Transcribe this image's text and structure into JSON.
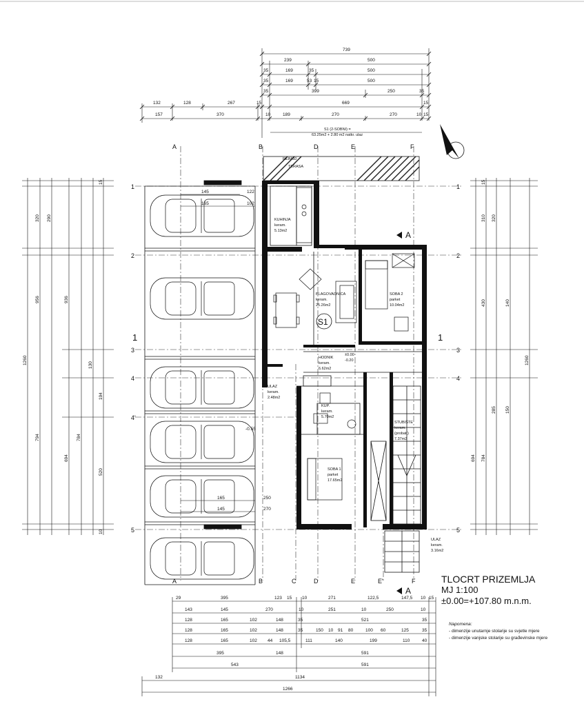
{
  "title": {
    "name": "TLOCRT PRIZEMLJA",
    "scale": "MJ 1:100",
    "level": "±0.00=+107.80 m.n.m."
  },
  "notes": {
    "heading": "Napomena:",
    "items": [
      "- dimenzije unutarnje stolarije su svjetle mjere",
      "- dimenzije vanjske stolarije su građevinske mjere"
    ]
  },
  "axes": {
    "columns": [
      "A",
      "B",
      "C",
      "D",
      "E",
      "E'",
      "F"
    ],
    "rows": [
      "1",
      "2",
      "3",
      "4",
      "4'",
      "5"
    ],
    "section_marks": [
      "A",
      "A",
      "1",
      "1"
    ]
  },
  "unit_label": "S1",
  "rooms": [
    {
      "name": "KUHINJA",
      "lines": [
        "keram.",
        "5.13m2"
      ]
    },
    {
      "name": "BLAGOVAONICA",
      "lines": [
        "keram.",
        "25.26m2"
      ]
    },
    {
      "name": "SOBA 2",
      "lines": [
        "parket",
        "10.04m2"
      ]
    },
    {
      "name": "HODNIK",
      "lines": [
        "keram.",
        "6.62m2"
      ]
    },
    {
      "name": "ULAZ",
      "lines": [
        "keram.",
        "2.48m2"
      ]
    },
    {
      "name": "KUP.",
      "lines": [
        "keram.",
        "5.70m2"
      ]
    },
    {
      "name": "STUBIŠTE",
      "lines": [
        "keram.",
        "(probat.)",
        "7.37m2"
      ]
    },
    {
      "name": "SOBA 1",
      "lines": [
        "parket",
        "17.65m2"
      ]
    },
    {
      "name": "ULAZ",
      "lines": [
        "keram.",
        "3.16m2"
      ]
    }
  ],
  "terrace_label": [
    "REIMS0",
    "TERASA"
  ],
  "area_note": [
    "S1 (2-SOBNI) =",
    "63.25m2 + 2.80 m2 natkr. ulaz"
  ],
  "dims_top": {
    "row1": [
      "739"
    ],
    "row2": [
      "239",
      "500"
    ],
    "row3": [
      "35",
      "169",
      "35",
      "500"
    ],
    "row4": [
      "35",
      "169",
      "53",
      "15",
      "500"
    ],
    "row5": [
      "35",
      "399",
      "250",
      "35"
    ],
    "row6": [
      "132",
      "128",
      "267",
      "15",
      "669",
      "15"
    ],
    "row7": [
      "157",
      "370",
      "10",
      "189",
      "270",
      "270",
      "10",
      "15"
    ]
  },
  "dims_bottom": {
    "row1": [
      "29",
      "395",
      "123",
      "15",
      "10",
      "271",
      "122,5",
      "147,5",
      "10",
      "15"
    ],
    "row2": [
      "143",
      "145",
      "270",
      "10",
      "251",
      "10",
      "250",
      "10"
    ],
    "row3": [
      "128",
      "165",
      "102",
      "148",
      "35",
      "521",
      "35"
    ],
    "row4": [
      "128",
      "165",
      "102",
      "148",
      "35",
      "150",
      "10",
      "91",
      "80",
      "100",
      "60",
      "125",
      "35"
    ],
    "row5": [
      "128",
      "165",
      "102",
      "44",
      "105,5",
      "111",
      "140",
      "199",
      "110",
      "40"
    ],
    "row6": [
      "395",
      "148",
      "591"
    ],
    "row7": [
      "543",
      "591"
    ],
    "row8": [
      "132",
      "1134"
    ],
    "row9": [
      "1266"
    ]
  },
  "dims_left": {
    "outer": [
      "1260"
    ],
    "inner": [
      "320",
      "290",
      "130",
      "194",
      "520"
    ],
    "mid": [
      "956",
      "794"
    ],
    "third": [
      "936",
      "694",
      "784"
    ],
    "small": [
      "15",
      "10"
    ]
  },
  "dims_right": {
    "outer": [
      "1260"
    ],
    "inner": [
      "310",
      "320",
      "430",
      "140",
      "285",
      "150",
      "15"
    ],
    "mid": [
      "694",
      "784"
    ]
  },
  "parking_dims": [
    "145",
    "122",
    "165",
    "102",
    "165",
    "145",
    "250",
    "270"
  ],
  "levels": [
    "-0.55",
    "±0.00",
    "-0.20"
  ],
  "colors": {
    "line": "#111111",
    "hatch": "#222222",
    "wall": "#111111",
    "background": "#ffffff"
  }
}
